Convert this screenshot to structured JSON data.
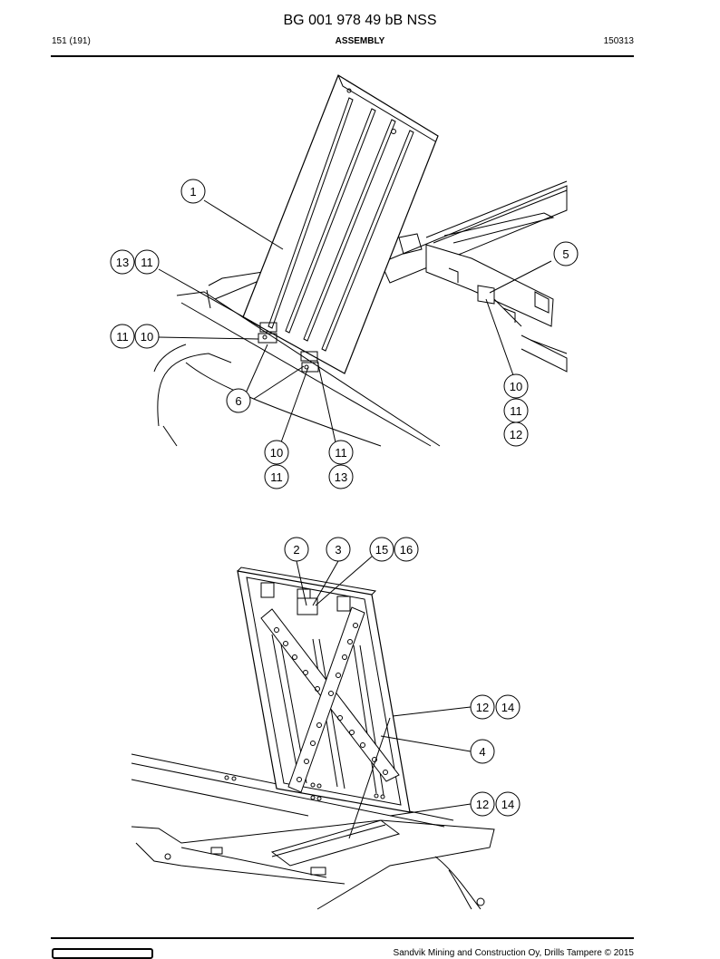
{
  "header": {
    "doc_title": "BG 001 978 49 bB NSS",
    "page_number": "151 (191)",
    "section": "ASSEMBLY",
    "date_code": "150313"
  },
  "footer": {
    "copyright": "Sandvik Mining and Construction Oy, Drills Tampere © 2015"
  },
  "drawing_top": {
    "callouts": [
      {
        "id": "c1",
        "label": "1"
      },
      {
        "id": "c13",
        "label": "13"
      },
      {
        "id": "c11a",
        "label": "11"
      },
      {
        "id": "c11b",
        "label": "11"
      },
      {
        "id": "c10a",
        "label": "10"
      },
      {
        "id": "c6",
        "label": "6"
      },
      {
        "id": "c5",
        "label": "5"
      },
      {
        "id": "c10b",
        "label": "10"
      },
      {
        "id": "c11c",
        "label": "11"
      },
      {
        "id": "c12",
        "label": "12"
      },
      {
        "id": "c10c",
        "label": "10"
      },
      {
        "id": "c11d",
        "label": "11"
      },
      {
        "id": "c11e",
        "label": "11"
      },
      {
        "id": "c13b",
        "label": "13"
      }
    ]
  },
  "drawing_bottom": {
    "callouts": [
      {
        "id": "d2",
        "label": "2"
      },
      {
        "id": "d3",
        "label": "3"
      },
      {
        "id": "d15",
        "label": "15"
      },
      {
        "id": "d16",
        "label": "16"
      },
      {
        "id": "d12a",
        "label": "12"
      },
      {
        "id": "d14a",
        "label": "14"
      },
      {
        "id": "d4",
        "label": "4"
      },
      {
        "id": "d12b",
        "label": "12"
      },
      {
        "id": "d14b",
        "label": "14"
      }
    ]
  }
}
